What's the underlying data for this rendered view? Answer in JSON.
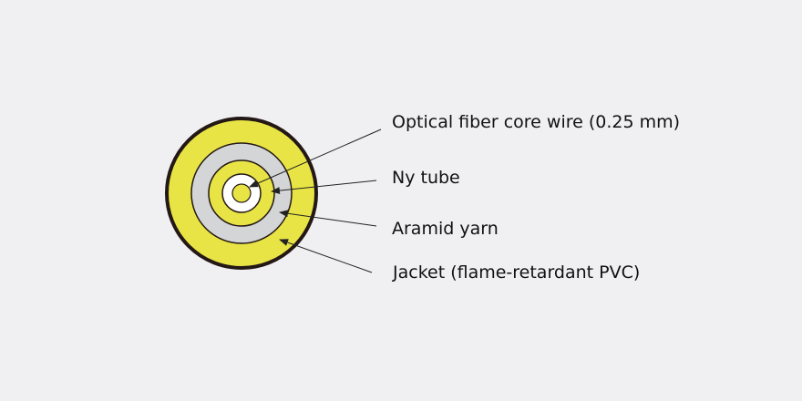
{
  "diagram": {
    "labels": {
      "core": "Optical fiber core wire (0.25 mm)",
      "tube": "Ny tube",
      "aramid": "Aramid yarn",
      "jacket": "Jacket (flame-retardant PVC)"
    },
    "colors": {
      "background": "#f0f0f2",
      "jacket": "#e8e445",
      "aramid": "#d4d5d6",
      "tube": "#e8e445",
      "gap": "#ffffff",
      "core": "#e8e445",
      "outline": "#231815",
      "leader": "#222222"
    }
  }
}
